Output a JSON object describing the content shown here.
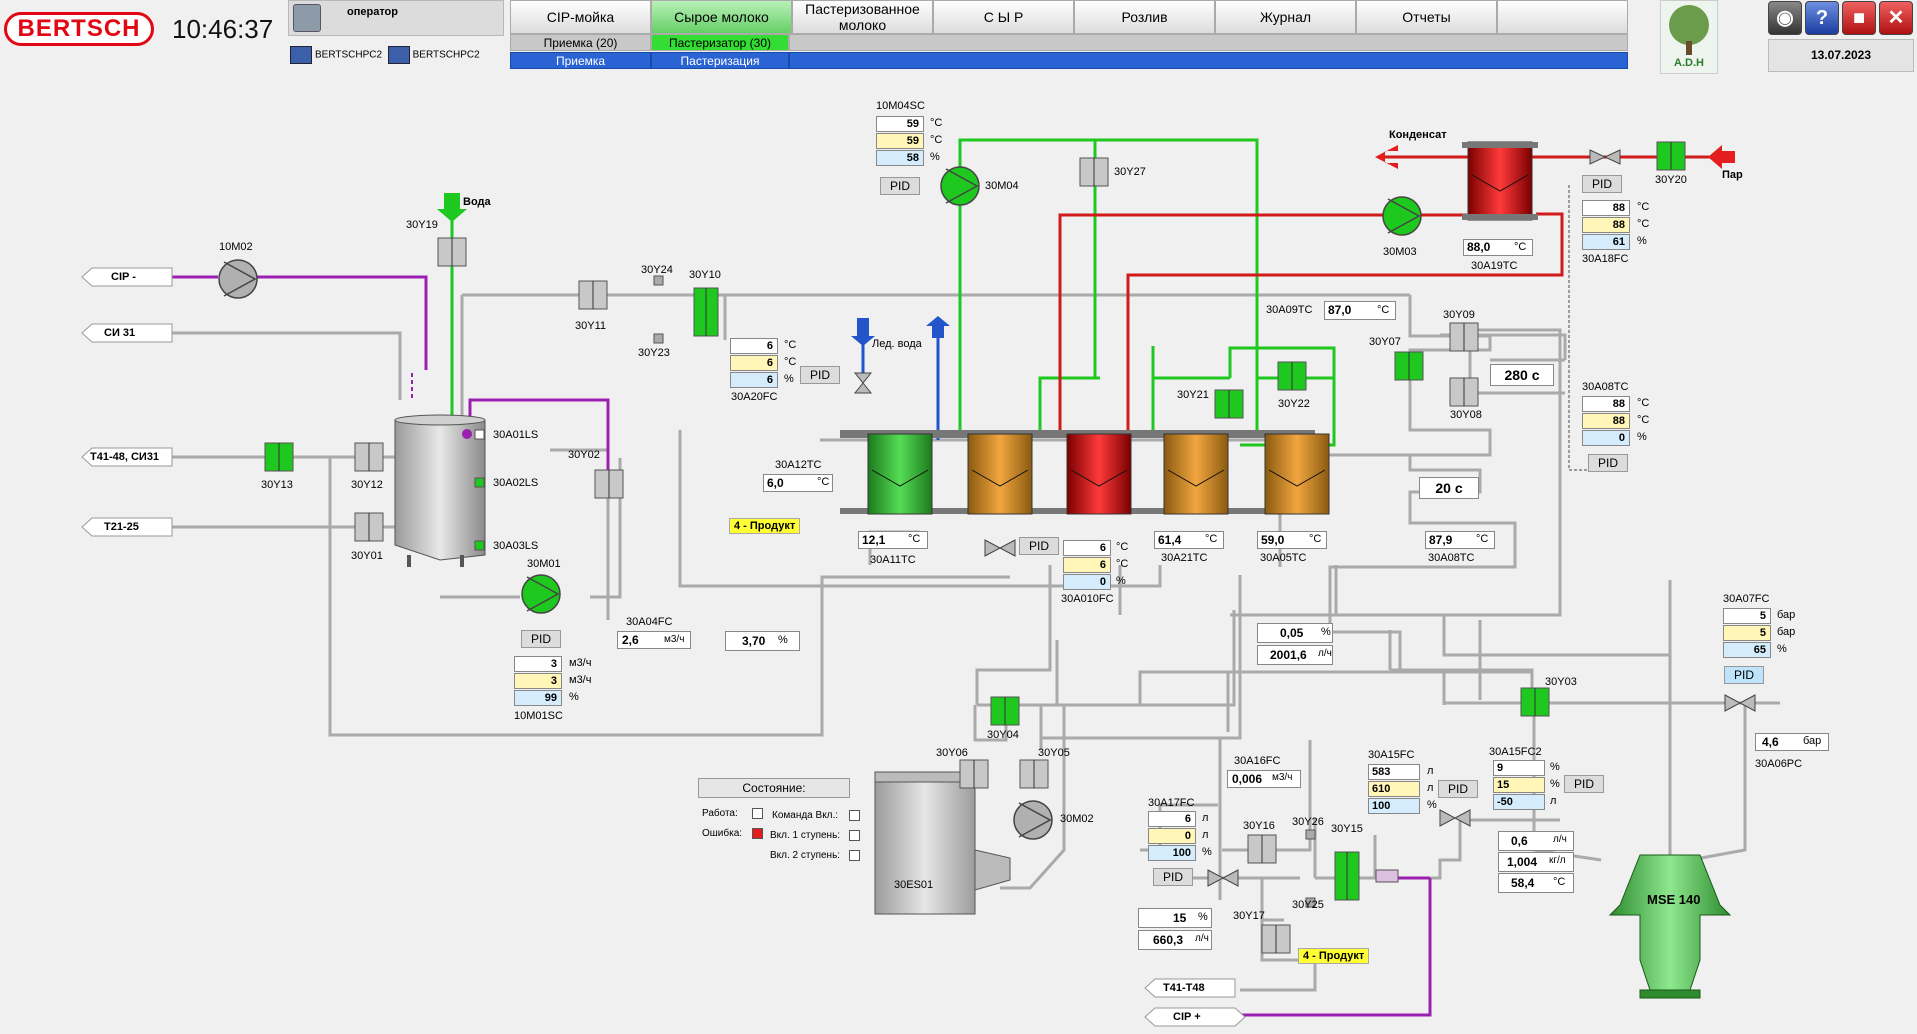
{
  "header": {
    "logo": "BERTSCH",
    "clock": "10:46:37",
    "user": "оператор",
    "pcs": [
      "BERTSCHPC2",
      "BERTSCHPC2"
    ],
    "date": "13.07.2023",
    "brand_logo_text": "A.D.H"
  },
  "tabs": [
    {
      "label": "CIP-мойка"
    },
    {
      "label": "Сырое молоко",
      "active": true
    },
    {
      "label": "Пастеризованное молоко"
    },
    {
      "label": "С Ы Р"
    },
    {
      "label": "Розлив"
    },
    {
      "label": "Журнал"
    },
    {
      "label": "Отчеты"
    },
    {
      "label": ""
    }
  ],
  "subtabs": {
    "row1": [
      "Приемка (20)",
      "Пастеризатор (30)"
    ],
    "row2": [
      "Приемка",
      "Пастеризация"
    ]
  },
  "system_buttons": [
    "sound-icon",
    "help-icon",
    "stop-icon",
    "close-icon"
  ],
  "lines": {
    "cip_minus": "CIP -",
    "si31": "СИ 31",
    "t41": "T41-48, СИ31",
    "t21": "T21-25",
    "t41_t48": "T41-T48",
    "cip_plus": "CIP +",
    "voda": "Вода",
    "led_voda": "Лед. вода",
    "kondensat": "Конденсат",
    "par": "Пар"
  },
  "valves": {
    "30Y19": "30Y19",
    "30Y11": "30Y11",
    "30Y24": "30Y24",
    "30Y10": "30Y10",
    "30Y23": "30Y23",
    "30Y13": "30Y13",
    "30Y12": "30Y12",
    "30Y01": "30Y01",
    "30Y02": "30Y02",
    "30Y27": "30Y27",
    "30Y21": "30Y21",
    "30Y22": "30Y22",
    "30Y07": "30Y07",
    "30Y09": "30Y09",
    "30Y08": "30Y08",
    "30Y20": "30Y20",
    "30Y06": "30Y06",
    "30Y04": "30Y04",
    "30Y05": "30Y05",
    "30Y03": "30Y03",
    "30Y16": "30Y16",
    "30Y26": "30Y26",
    "30Y15": "30Y15",
    "30Y25": "30Y25",
    "30Y17": "30Y17"
  },
  "pumps": {
    "10M02": "10M02",
    "30M04": "30M04",
    "30M01": "30M01",
    "30M03": "30M03",
    "30M02": "30M02"
  },
  "tank": {
    "ls1": "30A01LS",
    "ls2": "30A02LS",
    "ls3": "30A03LS"
  },
  "ctrl_10M04SC": {
    "tag": "10M04SC",
    "v1": "59",
    "u1": "°C",
    "v2": "59",
    "u2": "°C",
    "v3": "58",
    "u3": "%"
  },
  "ctrl_30A20FC": {
    "tag": "30A20FC",
    "v1": "6",
    "u1": "°C",
    "v2": "6",
    "u2": "°C",
    "v3": "6",
    "u3": "%"
  },
  "ctrl_30A18FC": {
    "tag": "30A18FC",
    "v1": "88",
    "u1": "°C",
    "v2": "88",
    "u2": "°C",
    "v3": "61",
    "u3": "%"
  },
  "ctrl_30A08TC_top": {
    "tag": "30A08TC",
    "v1": "88",
    "u1": "°C",
    "v2": "88",
    "u2": "°C",
    "v3": "0",
    "u3": "%"
  },
  "ctrl_30A010FC": {
    "tag": "30A010FC",
    "v1": "6",
    "u1": "°C",
    "v2": "6",
    "u2": "°C",
    "v3": "0",
    "u3": "%"
  },
  "ctrl_10M01SC": {
    "tag": "10M01SC",
    "v1": "3",
    "u1": "м3/ч",
    "v2": "3",
    "u2": "м3/ч",
    "v3": "99",
    "u3": "%"
  },
  "ctrl_30A07FC": {
    "tag": "30A07FC",
    "v1": "5",
    "u1": "бар",
    "v2": "5",
    "u2": "бар",
    "v3": "65",
    "u3": "%"
  },
  "ctrl_30A15FC": {
    "tag": "30A15FC",
    "v1": "583",
    "u1": "л",
    "v2": "610",
    "u2": "л",
    "v3": "100",
    "u3": "%"
  },
  "ctrl_30A15FC2": {
    "tag": "30A15FC2",
    "v1": "9",
    "u1": "%",
    "v2": "15",
    "u2": "%",
    "v3": "-50",
    "u3": "л"
  },
  "ctrl_30A17FC": {
    "tag": "30A17FC",
    "v1": "6",
    "u1": "л",
    "v2": "0",
    "u2": "л",
    "v3": "100",
    "u3": "%"
  },
  "temps": {
    "a19tc": {
      "tag": "30A19TC",
      "value": "88,0",
      "unit": "°C"
    },
    "a09tc": {
      "tag": "30A09TC",
      "value": "87,0",
      "unit": "°C"
    },
    "a12tc": {
      "tag": "30A12TC",
      "value": "6,0",
      "unit": "°C"
    },
    "a11tc": {
      "tag": "30A11TC",
      "value": "12,1",
      "unit": "°C"
    },
    "a21tc": {
      "tag": "30A21TC",
      "value": "61,4",
      "unit": "°C"
    },
    "a05tc": {
      "tag": "30A05TC",
      "value": "59,0",
      "unit": "°C"
    },
    "a08tc": {
      "tag": "30A08TC",
      "value": "87,9",
      "unit": "°C"
    }
  },
  "holding": {
    "t1": "280 с",
    "t2": "20 с"
  },
  "flow": {
    "a04fc_tag": "30A04FC",
    "a04fc_val": "2,6",
    "a04fc_unit": "м3/ч",
    "pct_val": "3,70",
    "pct_unit": "%"
  },
  "mix": {
    "v1": "0,05",
    "u1": "%",
    "v2": "2001,6",
    "u2": "л/ч"
  },
  "a16fc": {
    "tag": "30A16FC",
    "value": "0,006",
    "unit": "м3/ч"
  },
  "a06pc": {
    "tag": "30A06PC",
    "value": "4,6",
    "unit": "бар"
  },
  "sep_meas": {
    "v1": "0,6",
    "u1": "л/ч",
    "v2": "1,004",
    "u2": "кг/л",
    "v3": "58,4",
    "u3": "°C"
  },
  "dose": {
    "v1": "15",
    "u1": "%",
    "v2": "660,3",
    "u2": "л/ч"
  },
  "product_labels": [
    "4 - Продукт",
    "4 - Продукт"
  ],
  "separator": "MSE 140",
  "es01": "30ES01",
  "state": {
    "title": "Состояние:",
    "work": "Работа:",
    "error": "Ошибка:",
    "cmd_on": "Команда Вкл.:",
    "stage1": "Вкл. 1 ступень:",
    "stage2": "Вкл. 2 ступень:"
  },
  "pid_label": "PID",
  "colors": {
    "green": "#1ec81e",
    "purple": "#9b1fb0",
    "red": "#d11a1a",
    "blue": "#2255cc",
    "pipe": "#a8a8a8",
    "active_tab": "#66d066"
  }
}
